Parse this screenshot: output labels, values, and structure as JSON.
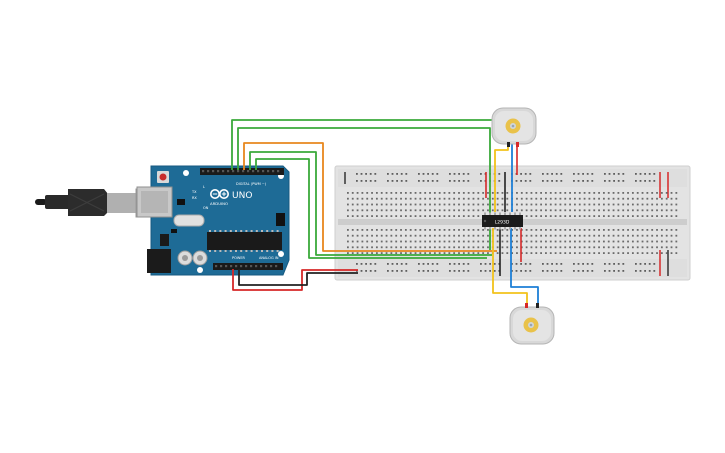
{
  "arduino": {
    "brand": "ARDUINO",
    "model": "UNO",
    "digital_label": "DIGITAL (PWM ~)",
    "power_label": "POWER",
    "analog_label": "ANALOG IN",
    "tx_label": "TX",
    "rx_label": "RX",
    "l_label": "L",
    "on_label": "ON"
  },
  "chip": {
    "label": "L293D"
  },
  "colors": {
    "board": "#1e6b96",
    "breadboard": "#e3e3e3",
    "wire_green": "#3aa93a",
    "wire_orange": "#e8871e",
    "wire_red": "#d62828",
    "wire_black": "#222222",
    "wire_yellow": "#f2c21b",
    "wire_blue": "#1d7fd6",
    "motor_body": "#d8d8d8",
    "motor_hub": "#e9c24a"
  }
}
